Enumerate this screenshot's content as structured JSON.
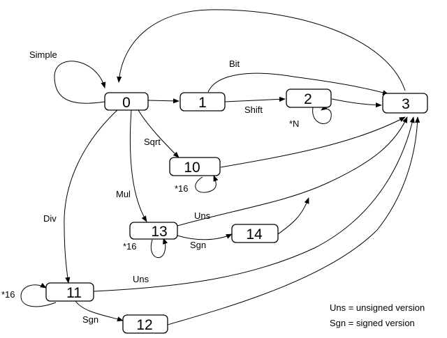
{
  "nodes": {
    "n0": "0",
    "n1": "1",
    "n2": "2",
    "n3": "3",
    "n10": "10",
    "n11": "11",
    "n12": "12",
    "n13": "13",
    "n14": "14"
  },
  "edge_labels": {
    "simple": "Simple",
    "bit": "Bit",
    "shift": "Shift",
    "loop_n": "*N",
    "sqrt": "Sqrt",
    "loop16_10": "*16",
    "mul": "Mul",
    "uns_13": "Uns",
    "sgn_13": "Sgn",
    "loop16_13": "*16",
    "div": "Div",
    "uns_11": "Uns",
    "loop16_11": "*16",
    "sgn_11": "Sgn"
  },
  "legend": {
    "uns": "Uns = unsigned version",
    "sgn": "Sgn = signed version"
  }
}
